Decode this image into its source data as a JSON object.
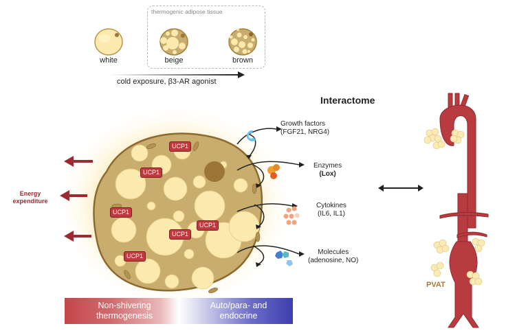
{
  "top_panel": {
    "group_label": "thermogenic adipose tissue",
    "cells": [
      {
        "label": "white"
      },
      {
        "label": "beige"
      },
      {
        "label": "brown"
      }
    ],
    "arrow_label": "cold exposure, β3-AR agonist"
  },
  "cell": {
    "marker_label": "UCP1",
    "marker_count": 6
  },
  "energy": {
    "label_line1": "Energy",
    "label_line2": "expenditure",
    "color": "#9b2a33"
  },
  "interactome": {
    "title": "Interactome",
    "items": [
      {
        "name": "Growth factors",
        "detail": "(FGF21, NRG4)",
        "icon": "growth-factor-icon"
      },
      {
        "name": "Enzymes",
        "detail": "(Lox)",
        "icon": "enzyme-icon"
      },
      {
        "name": "Cytokines",
        "detail": "(IL6, IL1)",
        "icon": "cytokine-icon"
      },
      {
        "name": "Molecules",
        "detail": "(adenosine, NO)",
        "icon": "molecule-icon"
      }
    ]
  },
  "bottom_bar": {
    "left_line1": "Non-shivering",
    "left_line2": "thermogenesis",
    "right_line1": "Auto/para- and",
    "right_line2": "endocrine"
  },
  "vessel": {
    "label": "PVAT",
    "label_color": "#a3793a"
  },
  "colors": {
    "cell_fill": "#c9ad6e",
    "droplet": "#fbeab4",
    "ucp1": "#c0393f",
    "vessel": "#b83b40"
  }
}
